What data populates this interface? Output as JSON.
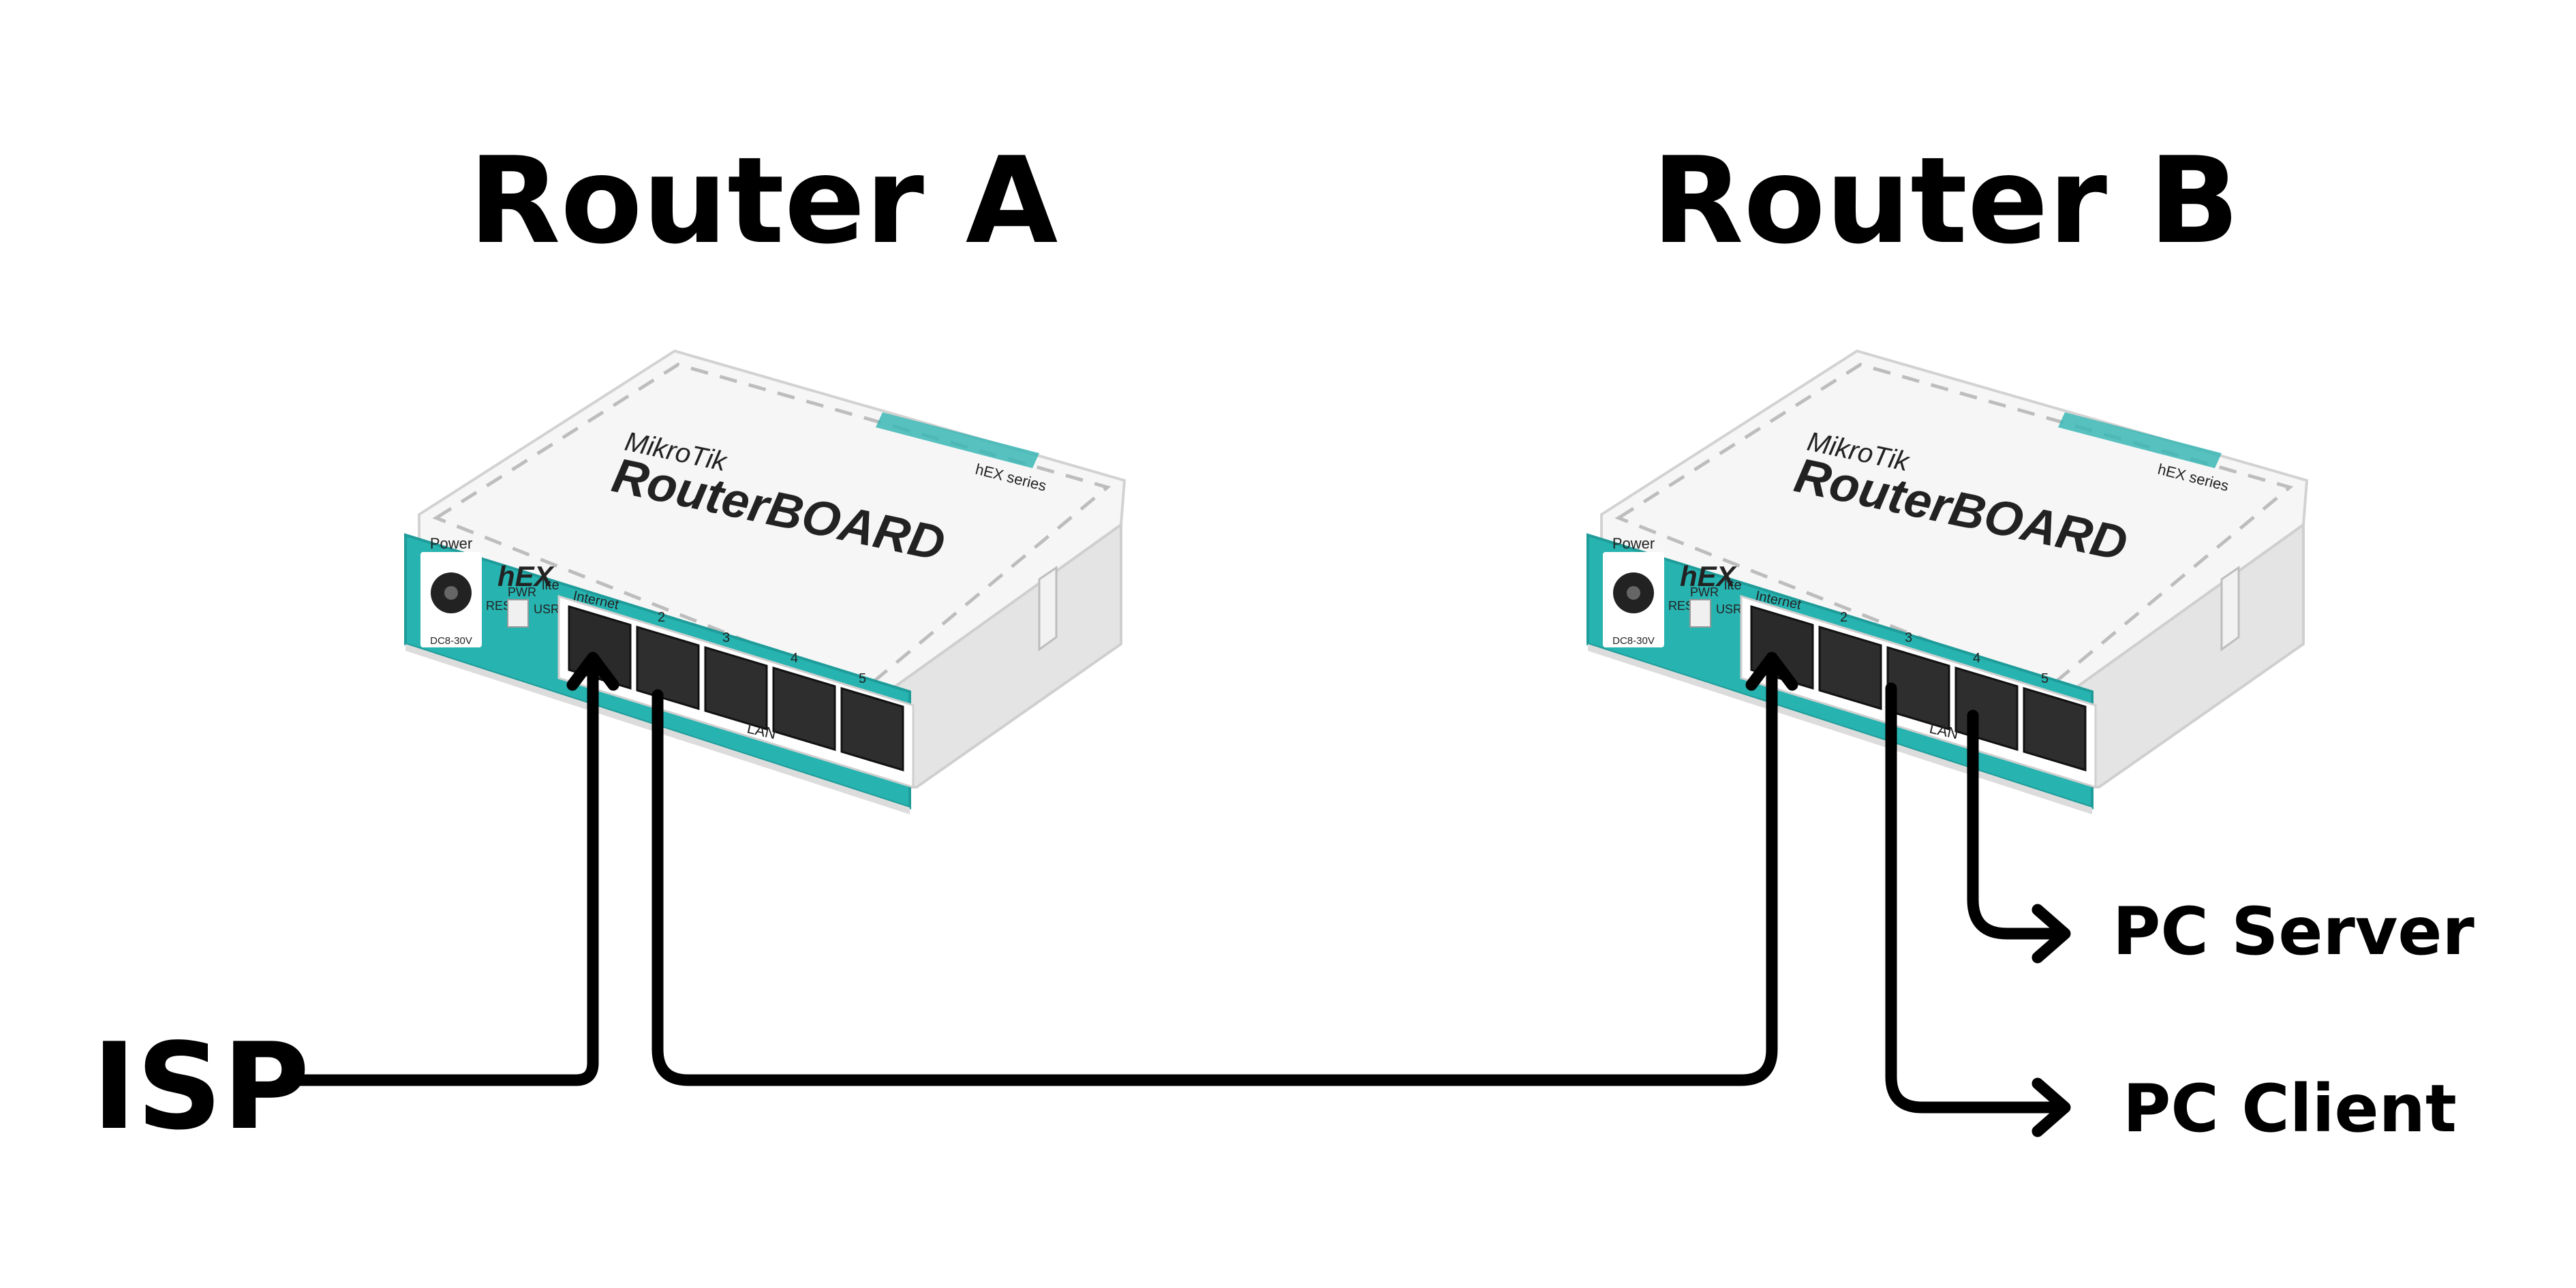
{
  "labels": {
    "router_a": "Router A",
    "router_b": "Router B",
    "isp": "ISP",
    "pc_server": "PC Server",
    "pc_client": "PC Client"
  },
  "device": {
    "brand": "MikroTik",
    "product_line": "RouterBOARD",
    "series": "hEX series",
    "model": "hEX",
    "model_suffix": "lite",
    "power_label": "Power",
    "power_spec": "DC8-30V",
    "res_label": "RES",
    "pwr_label": "PWR",
    "usr_label": "USR",
    "port1_label": "Internet",
    "port2_label": "2",
    "port3_label": "3",
    "port4_label": "4",
    "port5_label": "5",
    "lan_label": "LAN"
  },
  "colors": {
    "accent_teal": "#27b3b0",
    "case_white": "#f4f4f4",
    "wire": "#000000"
  }
}
